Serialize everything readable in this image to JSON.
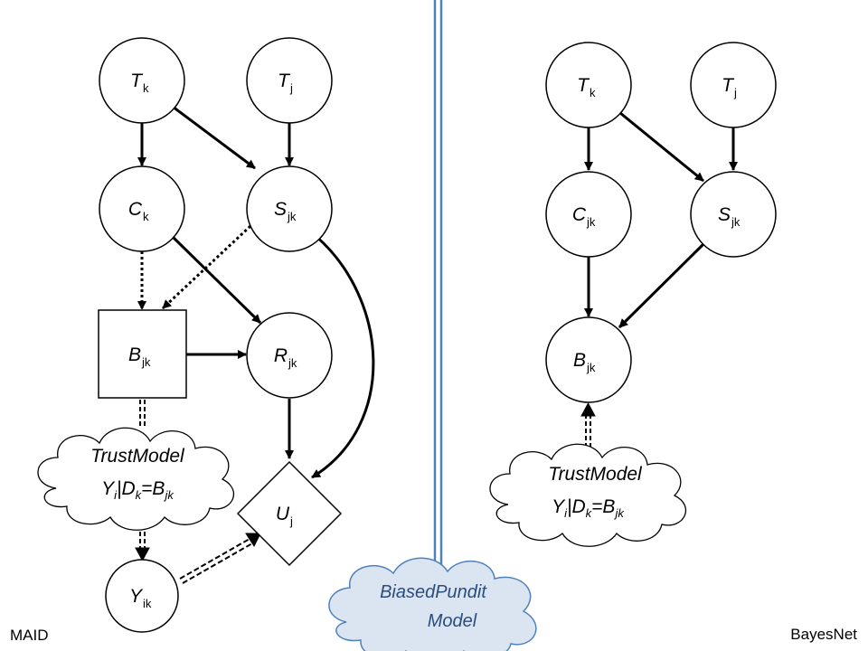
{
  "labels": {
    "left_model": "MAID",
    "right_model": "BayesNet",
    "center_title": [
      "BiasedPundit",
      "Model"
    ]
  },
  "maid": {
    "nodes": [
      {
        "key": "Tk",
        "main": "T",
        "sub": "k",
        "shape": "circle"
      },
      {
        "key": "Tj",
        "main": "T",
        "sub": "j",
        "shape": "circle"
      },
      {
        "key": "Ck",
        "main": "C",
        "sub": "k",
        "shape": "circle"
      },
      {
        "key": "Sjk",
        "main": "S",
        "sub": "jk",
        "shape": "circle"
      },
      {
        "key": "Bjk",
        "main": "B",
        "sub": "jk",
        "shape": "square",
        "role": "decision"
      },
      {
        "key": "Rjk",
        "main": "R",
        "sub": "jk",
        "shape": "circle"
      },
      {
        "key": "Uj",
        "main": "U",
        "sub": "j",
        "shape": "diamond",
        "role": "utility"
      },
      {
        "key": "Yik",
        "main": "Y",
        "sub": "ik",
        "shape": "circle"
      }
    ],
    "trust_model": {
      "line1": "TrustModel",
      "line2_parts": [
        "Y",
        "i",
        "|D",
        "k",
        "=B",
        "jk"
      ]
    },
    "edges": [
      {
        "from": "Tk",
        "to": "Ck",
        "style": "solid"
      },
      {
        "from": "Tk",
        "to": "Sjk",
        "style": "solid"
      },
      {
        "from": "Tj",
        "to": "Sjk",
        "style": "solid"
      },
      {
        "from": "Ck",
        "to": "Bjk",
        "style": "dotted"
      },
      {
        "from": "Sjk",
        "to": "Bjk",
        "style": "dotted"
      },
      {
        "from": "Ck",
        "to": "Rjk",
        "style": "solid"
      },
      {
        "from": "Bjk",
        "to": "Rjk",
        "style": "solid"
      },
      {
        "from": "Rjk",
        "to": "Uj",
        "style": "solid"
      },
      {
        "from": "Sjk",
        "to": "Uj",
        "style": "solid-curved"
      },
      {
        "from": "Bjk",
        "to": "TrustModel",
        "style": "double-dashed"
      },
      {
        "from": "TrustModel",
        "to": "Yik",
        "style": "double-dashed"
      },
      {
        "from": "Yik",
        "to": "Uj",
        "style": "double-dashed"
      }
    ]
  },
  "bayesnet": {
    "nodes": [
      {
        "key": "Tk",
        "main": "T",
        "sub": "k",
        "shape": "circle"
      },
      {
        "key": "Tj",
        "main": "T",
        "sub": "j",
        "shape": "circle"
      },
      {
        "key": "Cjk",
        "main": "C",
        "sub": "jk",
        "shape": "circle"
      },
      {
        "key": "Sjk",
        "main": "S",
        "sub": "jk",
        "shape": "circle"
      },
      {
        "key": "Bjk",
        "main": "B",
        "sub": "jk",
        "shape": "circle"
      }
    ],
    "trust_model": {
      "line1": "TrustModel",
      "line2_parts": [
        "Y",
        "i",
        "|D",
        "k",
        "=B",
        "jk"
      ]
    },
    "edges": [
      {
        "from": "Tk",
        "to": "Cjk",
        "style": "solid"
      },
      {
        "from": "Tk",
        "to": "Sjk",
        "style": "solid"
      },
      {
        "from": "Tj",
        "to": "Sjk",
        "style": "solid"
      },
      {
        "from": "Cjk",
        "to": "Bjk",
        "style": "solid"
      },
      {
        "from": "Sjk",
        "to": "Bjk",
        "style": "solid"
      },
      {
        "from": "TrustModel",
        "to": "Bjk",
        "style": "double-dashed"
      }
    ]
  },
  "colors": {
    "divider": "#4f81bd",
    "pundit_cloud_fill": "#dbe5f1",
    "pundit_cloud_stroke": "#4f81bd",
    "pundit_text": "#2b4c7e"
  }
}
